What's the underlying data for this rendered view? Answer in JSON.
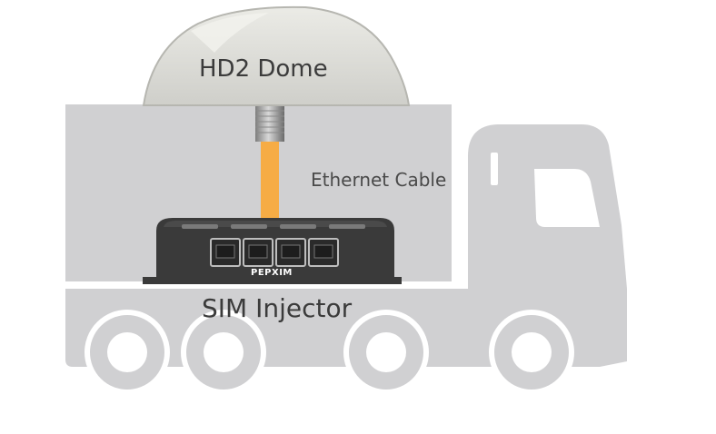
{
  "labels": {
    "dome": "HD2 Dome",
    "cable": "Ethernet Cable",
    "injector": "SIM Injector",
    "brand": "PEPXIM"
  },
  "colors": {
    "truck": "#d0d0d2",
    "dome_fill": "#dcdcd7",
    "cable": "#f6ac45",
    "device": "#3a3a3a",
    "text": "#3b3b3b"
  },
  "device": {
    "ports": 4,
    "vents": 4
  }
}
